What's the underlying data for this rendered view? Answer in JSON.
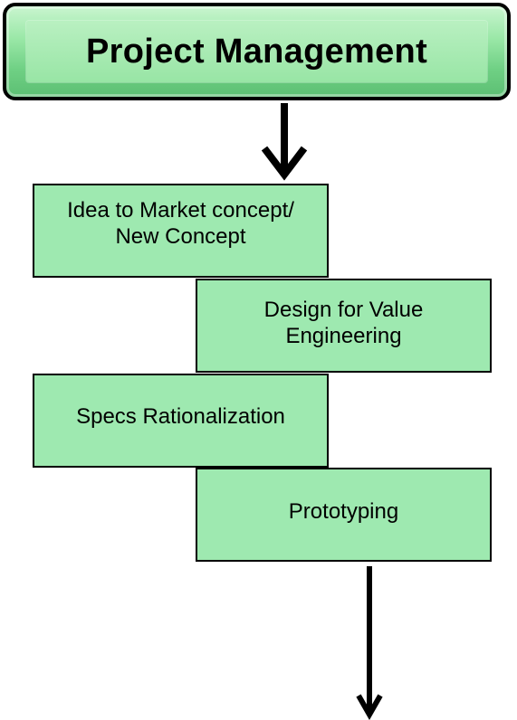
{
  "title": "Project Management",
  "steps": [
    {
      "label": "Idea to Market concept/\nNew Concept"
    },
    {
      "label": "Design for Value\nEngineering"
    },
    {
      "label": "Specs Rationalization"
    },
    {
      "label": "Prototyping"
    }
  ],
  "colors": {
    "header_green": "#7fd890",
    "box_fill": "#9ee9b0",
    "stroke": "#000000"
  }
}
